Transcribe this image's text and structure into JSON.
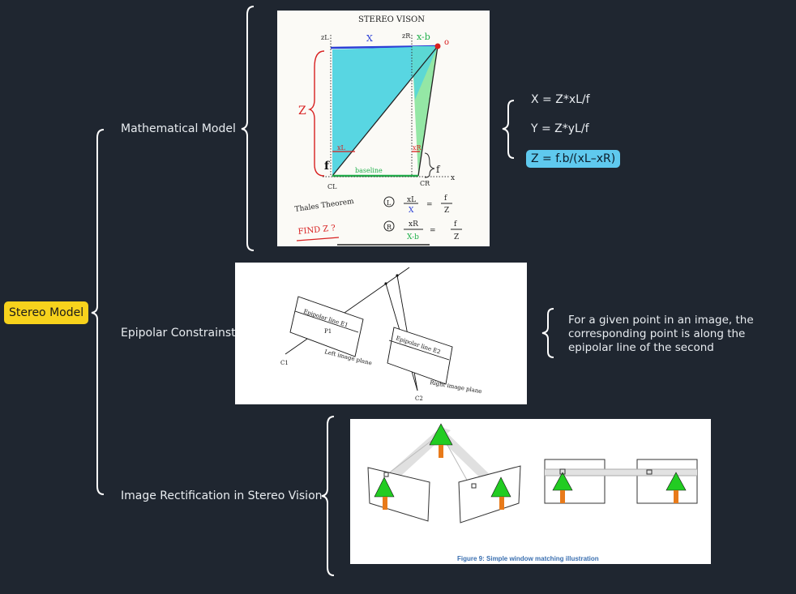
{
  "root": {
    "label": "Stereo Model"
  },
  "branches": [
    {
      "label": "Mathematical Model"
    },
    {
      "label": "Epipolar Constrainst"
    },
    {
      "label": "Image Rectification in Stereo Vision"
    }
  ],
  "formulas": [
    "X = Z*xL/f",
    "Y = Z*yL/f",
    "Z = f.b/(xL–xR)"
  ],
  "epipolar_description": "For a given point in an image, the corresponding point is along the epipolar line of the second",
  "sketch": {
    "title": "STEREO VISON",
    "x_label": "X",
    "xb_label": "x-b",
    "o_label": "o",
    "zl_label": "zL",
    "zr_label": "zR",
    "z_label": "Z",
    "xl_label": "xL",
    "xr_label": "xR",
    "baseline_label": "baseline",
    "f_label": "f",
    "cl_label": "CL",
    "cr_label": "CR",
    "axis_x_label": "x",
    "thales_label": "Thales Theorem",
    "find_label": "FIND Z ?",
    "eq_l_circle": "L",
    "eq_r_circle": "R",
    "eq_l_num": "xL",
    "eq_l_den": "X",
    "eq_l_rnum": "f",
    "eq_l_rden": "Z",
    "eq_r_num": "xR",
    "eq_r_den": "X-b",
    "eq_r_rnum": "f",
    "eq_r_rden": "Z"
  },
  "epipolar_figure": {
    "line_e1": "Epipolar line E1",
    "p1": "P1",
    "left_plane": "Left image plane",
    "c1": "C1",
    "line_e2": "Epipolar line E2",
    "right_plane": "Right image plane",
    "c2": "C2"
  },
  "rectification_figure": {
    "caption": "Figure 9: Simple window matching illustration"
  },
  "colors": {
    "background": "#1f2630",
    "root_badge": "#f7d21c",
    "highlight": "#5fc9ee",
    "connector": "#ffffff",
    "cyan_fill": "#4fd4e0",
    "green_fill": "#8ee6a0",
    "tree_green": "#22cc22",
    "tree_trunk": "#e87a1a",
    "caption_blue": "#3a6fb0"
  }
}
